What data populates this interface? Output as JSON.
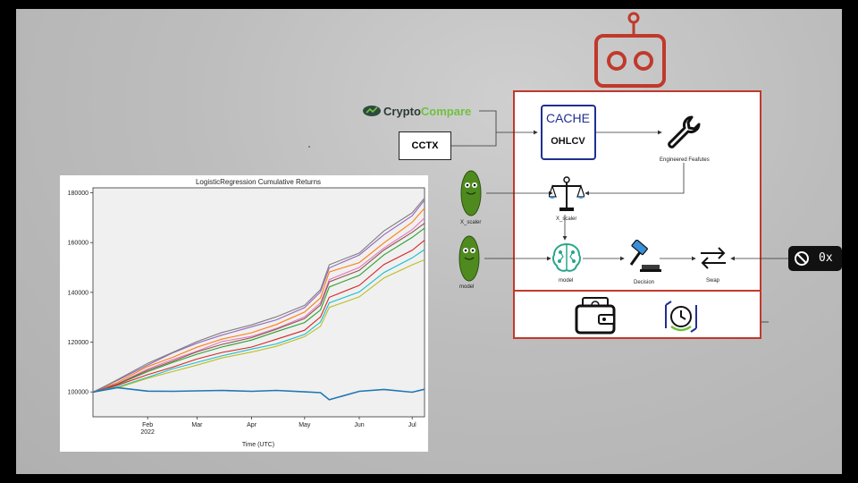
{
  "diagram": {
    "crypto_compare": {
      "word1": "Crypto",
      "word2": "Compare"
    },
    "cctx_label": "CCTX",
    "cache_title": "CACHE",
    "cache_subtitle": "OHLCV",
    "engineered_label": "Engineered Feafutes",
    "xscaler_pickle_label": "X_scaler",
    "xscaler_node_label": "X_scaler",
    "model_pickle_label": "model",
    "model_node_label": "model",
    "decision_label": "Decision",
    "swap_label": "Swap",
    "ox_label": "0x",
    "colors": {
      "frame_red": "#c0392b",
      "cache_blue": "#1f2f8f",
      "pickle_green": "#4f8a1f",
      "brain_teal": "#2aa58a"
    }
  },
  "chart_data": {
    "type": "line",
    "title": "LogisticRegression Cumulative Returns",
    "xlabel": "Time (UTC)",
    "ylabel": "",
    "x_ticks": [
      "Feb\n2022",
      "Mar",
      "Apr",
      "May",
      "Jun",
      "Jul"
    ],
    "x_tick_dates": [
      "2022-02-01",
      "2022-03-01",
      "2022-04-01",
      "2022-05-01",
      "2022-06-01",
      "2022-07-01"
    ],
    "x_range": [
      "2022-01-01",
      "2022-07-08"
    ],
    "y_ticks": [
      100000,
      120000,
      140000,
      160000,
      180000
    ],
    "ylim": [
      90000,
      182000
    ],
    "grid": false,
    "series_note_count": 60,
    "series": [
      {
        "name": "",
        "color": "#1f77b4",
        "x": [
          "2022-01-01",
          "2022-01-15",
          "2022-02-01",
          "2022-02-15",
          "2022-03-01",
          "2022-03-15",
          "2022-04-01",
          "2022-04-15",
          "2022-05-01",
          "2022-05-10",
          "2022-05-15",
          "2022-06-01",
          "2022-06-15",
          "2022-07-01",
          "2022-07-08"
        ],
        "y": [
          100000,
          101500,
          100500,
          100200,
          100300,
          100800,
          100100,
          100600,
          100200,
          99500,
          97000,
          100300,
          100800,
          100100,
          101000
        ]
      },
      {
        "name": "",
        "color": "#ff7f0e",
        "x": [
          "2022-01-01",
          "2022-01-15",
          "2022-02-01",
          "2022-02-15",
          "2022-03-01",
          "2022-03-15",
          "2022-04-01",
          "2022-04-15",
          "2022-05-01",
          "2022-05-10",
          "2022-05-15",
          "2022-06-01",
          "2022-06-15",
          "2022-07-01",
          "2022-07-08"
        ],
        "y": [
          100000,
          104000,
          110000,
          114000,
          118000,
          121000,
          124000,
          127000,
          132000,
          138000,
          148000,
          152000,
          160000,
          168000,
          174000
        ]
      },
      {
        "name": "",
        "color": "#2ca02c",
        "x": [
          "2022-01-01",
          "2022-01-15",
          "2022-02-01",
          "2022-02-15",
          "2022-03-01",
          "2022-03-15",
          "2022-04-01",
          "2022-04-15",
          "2022-05-01",
          "2022-05-10",
          "2022-05-15",
          "2022-06-01",
          "2022-06-15",
          "2022-07-01",
          "2022-07-08"
        ],
        "y": [
          100000,
          103000,
          108000,
          112000,
          115000,
          118000,
          121000,
          124000,
          128000,
          133000,
          142000,
          147000,
          155000,
          162000,
          166000
        ]
      },
      {
        "name": "",
        "color": "#d62728",
        "x": [
          "2022-01-01",
          "2022-01-15",
          "2022-02-01",
          "2022-02-15",
          "2022-03-01",
          "2022-03-15",
          "2022-04-01",
          "2022-04-15",
          "2022-05-01",
          "2022-05-10",
          "2022-05-15",
          "2022-06-01",
          "2022-06-15",
          "2022-07-01",
          "2022-07-08"
        ],
        "y": [
          100000,
          102500,
          107000,
          110000,
          113000,
          116000,
          118000,
          121000,
          125000,
          130000,
          138000,
          143000,
          151000,
          157000,
          161000
        ]
      },
      {
        "name": "",
        "color": "#9467bd",
        "x": [
          "2022-01-01",
          "2022-01-15",
          "2022-02-01",
          "2022-02-15",
          "2022-03-01",
          "2022-03-15",
          "2022-04-01",
          "2022-04-15",
          "2022-05-01",
          "2022-05-10",
          "2022-05-15",
          "2022-06-01",
          "2022-06-15",
          "2022-07-01",
          "2022-07-08"
        ],
        "y": [
          100000,
          104500,
          111000,
          115500,
          119500,
          123000,
          126000,
          129000,
          134000,
          140000,
          150000,
          155000,
          163000,
          171000,
          177000
        ]
      },
      {
        "name": "",
        "color": "#17becf",
        "x": [
          "2022-01-01",
          "2022-01-15",
          "2022-02-01",
          "2022-02-15",
          "2022-03-01",
          "2022-03-15",
          "2022-04-01",
          "2022-04-15",
          "2022-05-01",
          "2022-05-10",
          "2022-05-15",
          "2022-06-01",
          "2022-06-15",
          "2022-07-01",
          "2022-07-08"
        ],
        "y": [
          100000,
          102000,
          106000,
          109000,
          112000,
          114500,
          117000,
          119500,
          123000,
          128000,
          136000,
          140000,
          148000,
          154000,
          157000
        ]
      },
      {
        "name": "",
        "color": "#bcbd22",
        "x": [
          "2022-01-01",
          "2022-01-15",
          "2022-02-01",
          "2022-02-15",
          "2022-03-01",
          "2022-03-15",
          "2022-04-01",
          "2022-04-15",
          "2022-05-01",
          "2022-05-10",
          "2022-05-15",
          "2022-06-01",
          "2022-06-15",
          "2022-07-01",
          "2022-07-08"
        ],
        "y": [
          100000,
          101800,
          105500,
          108000,
          111000,
          113500,
          116000,
          118500,
          122000,
          126500,
          134000,
          138000,
          146000,
          151000,
          153000
        ]
      },
      {
        "name": "",
        "color": "#e377c2",
        "x": [
          "2022-01-01",
          "2022-01-15",
          "2022-02-01",
          "2022-02-15",
          "2022-03-01",
          "2022-03-15",
          "2022-04-01",
          "2022-04-15",
          "2022-05-01",
          "2022-05-10",
          "2022-05-15",
          "2022-06-01",
          "2022-06-15",
          "2022-07-01",
          "2022-07-08"
        ],
        "y": [
          100000,
          103500,
          109000,
          113000,
          116500,
          120000,
          122500,
          125500,
          130000,
          136000,
          145000,
          150000,
          158000,
          165000,
          170000
        ]
      },
      {
        "name": "",
        "color": "#8c564b",
        "x": [
          "2022-01-01",
          "2022-01-15",
          "2022-02-01",
          "2022-02-15",
          "2022-03-01",
          "2022-03-15",
          "2022-04-01",
          "2022-04-15",
          "2022-05-01",
          "2022-05-10",
          "2022-05-15",
          "2022-06-01",
          "2022-06-15",
          "2022-07-01",
          "2022-07-08"
        ],
        "y": [
          100000,
          103200,
          108500,
          112500,
          116000,
          119000,
          122000,
          125000,
          129500,
          135000,
          144000,
          149000,
          157000,
          164000,
          168000
        ]
      },
      {
        "name": "",
        "color": "#7f7f7f",
        "x": [
          "2022-01-01",
          "2022-01-15",
          "2022-02-01",
          "2022-02-15",
          "2022-03-01",
          "2022-03-15",
          "2022-04-01",
          "2022-04-15",
          "2022-05-01",
          "2022-05-10",
          "2022-05-15",
          "2022-06-01",
          "2022-06-15",
          "2022-07-01",
          "2022-07-08"
        ],
        "y": [
          100000,
          104800,
          111500,
          116000,
          120000,
          124000,
          127000,
          130000,
          135000,
          141000,
          151000,
          156000,
          164500,
          172000,
          178000
        ]
      }
    ]
  }
}
